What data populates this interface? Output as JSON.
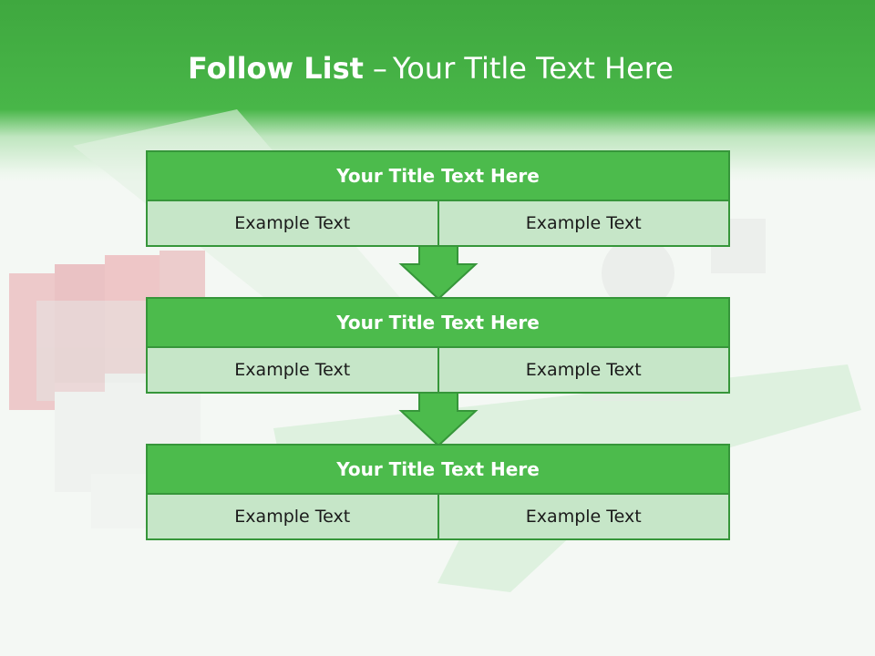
{
  "header": {
    "title_lead": "Follow List",
    "title_dash": "–",
    "title_rest": "Your Title Text Here"
  },
  "blocks": [
    {
      "title": "Your Title Text Here",
      "cells": [
        "Example Text",
        "Example Text"
      ]
    },
    {
      "title": "Your Title Text Here",
      "cells": [
        "Example Text",
        "Example Text"
      ]
    },
    {
      "title": "Your Title Text Here",
      "cells": [
        "Example Text",
        "Example Text"
      ]
    }
  ],
  "colors": {
    "accent": "#4cbb4c",
    "border": "#36963a",
    "cell_fill": "#c6e6c8"
  }
}
